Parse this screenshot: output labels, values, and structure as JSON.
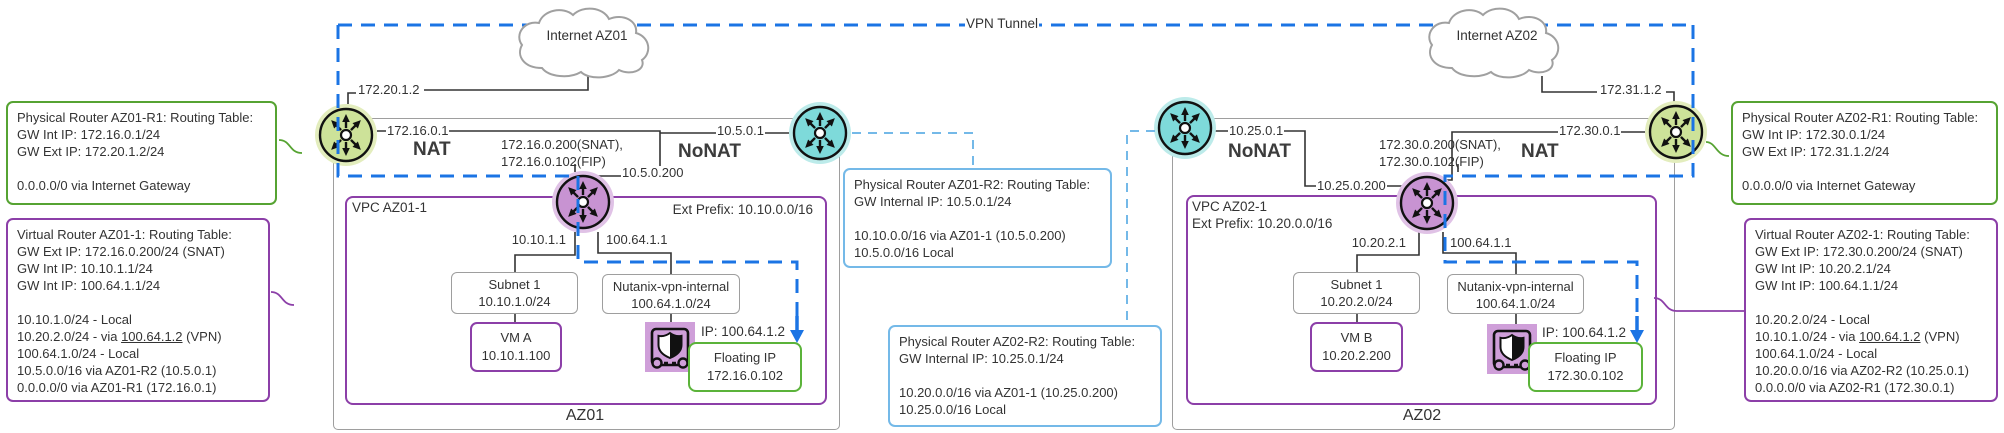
{
  "colors": {
    "green_accent": "#56a332",
    "purple_accent": "#8c3fa8",
    "vpn_blue": "#1b74e4",
    "light_blue": "#74b9e8",
    "teal_router": "#7edada",
    "green_router": "#cde299",
    "purple_router": "#c893d2",
    "gray_border": "#9e9e9e"
  },
  "vpn_tunnel": {
    "label": "VPN Tunnel"
  },
  "az01": {
    "zone_label": "AZ01",
    "cloud_label": "Internet AZ01",
    "nat_label": "NAT",
    "nonat_label": "NoNAT",
    "labels": {
      "ext_ip": "172.20.1.2",
      "nat_if_ip": "172.16.0.1",
      "snat_ip": "172.16.0.200(SNAT),",
      "fip_ip": "172.16.0.102(FIP)",
      "nonat_if_ip": "10.5.0.1",
      "vpc_ext_ip": "10.5.0.200",
      "subnet_gw_ip": "10.10.1.1",
      "vpn_gw_ip": "100.64.1.1",
      "vpn_ip": "IP: 100.64.1.2"
    },
    "vpc": {
      "title": "VPC AZ01-1",
      "ext_prefix": "Ext Prefix: 10.10.0.0/16",
      "subnet": {
        "name": "Subnet 1",
        "cidr": "10.10.1.0/24"
      },
      "vm": {
        "name": "VM A",
        "ip": "10.10.1.100"
      },
      "vpn_subnet": {
        "name": "Nutanix-vpn-internal",
        "cidr": "100.64.1.0/24"
      },
      "floating_ip": {
        "title": "Floating IP",
        "ip": "172.16.0.102"
      }
    }
  },
  "az02": {
    "zone_label": "AZ02",
    "cloud_label": "Internet AZ02",
    "nat_label": "NAT",
    "nonat_label": "NoNAT",
    "labels": {
      "ext_ip": "172.31.1.2",
      "nat_if_ip": "172.30.0.1",
      "snat_ip": "172.30.0.200(SNAT),",
      "fip_ip": "172.30.0.102(FIP)",
      "nonat_if_ip": "10.25.0.1",
      "vpc_ext_ip": "10.25.0.200",
      "subnet_gw_ip": "10.20.2.1",
      "vpn_gw_ip": "100.64.1.1",
      "vpn_ip": "IP: 100.64.1.2"
    },
    "vpc": {
      "title": "VPC AZ02-1",
      "ext_prefix": "Ext Prefix: 10.20.0.0/16",
      "subnet": {
        "name": "Subnet 1",
        "cidr": "10.20.2.0/24"
      },
      "vm": {
        "name": "VM B",
        "ip": "10.20.2.200"
      },
      "vpn_subnet": {
        "name": "Nutanix-vpn-internal",
        "cidr": "100.64.1.0/24"
      },
      "floating_ip": {
        "title": "Floating IP",
        "ip": "172.30.0.102"
      }
    }
  },
  "tables": {
    "az01_r1": {
      "l1": "Physical Router AZ01-R1: Routing Table:",
      "l2": "GW Int IP: 172.16.0.1/24",
      "l3": "GW Ext IP: 172.20.1.2/24",
      "l4": "0.0.0.0/0 via Internet Gateway"
    },
    "az01_vr": {
      "l1": "Virtual Router AZ01-1: Routing Table:",
      "l2": "GW Ext IP: 172.16.0.200/24 (SNAT)",
      "l3": "GW Int IP: 10.10.1.1/24",
      "l4": "GW Int IP: 100.64.1.1/24",
      "l5": "10.10.1.0/24 - Local",
      "l6a": "10.20.2.0/24 - via ",
      "l6b": "100.64.1.2",
      "l6c": " (VPN)",
      "l7": "100.64.1.0/24 - Local",
      "l8": "10.5.0.0/16 via AZ01-R2 (10.5.0.1)",
      "l9": "0.0.0.0/0 via AZ01-R1 (172.16.0.1)"
    },
    "az01_r2": {
      "l1": "Physical Router AZ01-R2: Routing Table:",
      "l2": "GW Internal IP: 10.5.0.1/24",
      "l3": "10.10.0.0/16 via AZ01-1 (10.5.0.200)",
      "l4": "10.5.0.0/16 Local"
    },
    "az02_r2": {
      "l1": "Physical Router AZ02-R2: Routing Table:",
      "l2": "GW Internal IP: 10.25.0.1/24",
      "l3": "10.20.0.0/16 via AZ01-1 (10.25.0.200)",
      "l4": "10.25.0.0/16 Local"
    },
    "az02_r1": {
      "l1": "Physical Router AZ02-R1: Routing Table:",
      "l2": "GW Int IP: 172.30.0.1/24",
      "l3": "GW Ext IP: 172.31.1.2/24",
      "l4": "0.0.0.0/0 via Internet Gateway"
    },
    "az02_vr": {
      "l1": "Virtual Router AZ02-1: Routing Table:",
      "l2": "GW Ext IP: 172.30.0.200/24 (SNAT)",
      "l3": "GW Int IP: 10.20.2.1/24",
      "l4": "GW Int IP: 100.64.1.1/24",
      "l5": "10.20.2.0/24 - Local",
      "l6a": "10.10.1.0/24 - via ",
      "l6b": "100.64.1.2",
      "l6c": " (VPN)",
      "l7": "100.64.1.0/24 - Local",
      "l8": "10.20.0.0/16 via AZ02-R2 (10.25.0.1)",
      "l9": "0.0.0.0/0 via AZ02-R1 (172.30.0.1)"
    }
  }
}
